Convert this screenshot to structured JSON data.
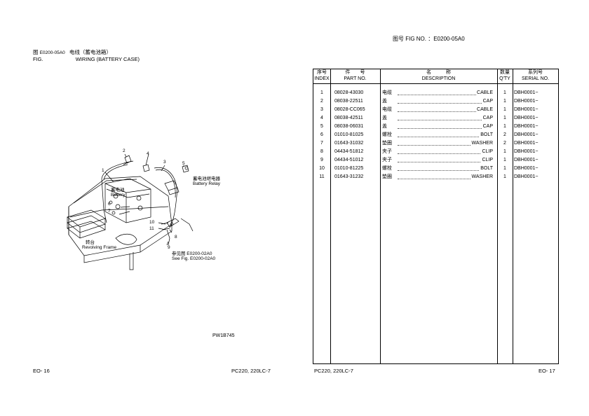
{
  "right_header": {
    "label": "图号 FIG NO. ：E0200-05A0"
  },
  "fig_title": {
    "cn_prefix": "图",
    "code": "E0200-05A0",
    "cn_title": "电线（蓄电池箱）",
    "fig_label": "FIG.",
    "en_title": "WIRING (BATTERY CASE)"
  },
  "diagram": {
    "callouts": [
      "1",
      "2",
      "3",
      "4",
      "5",
      "6",
      "7",
      "8",
      "9",
      "10",
      "11"
    ],
    "labels": {
      "battery_cn": "蓄电池",
      "battery_en": "Battery",
      "relay_cn": "蓄电池继电器",
      "relay_en": "Battery Relay",
      "frame_cn": "转台",
      "frame_en": "Revolving Frame",
      "ref_cn": "参见图 E0200-02A0",
      "ref_en": "See Fig. E0200-02A0"
    },
    "drawing_no": "PW1B745"
  },
  "table": {
    "headers": {
      "index_cn": "序号",
      "index_en": "INDEX",
      "part_cn": "件　　号",
      "part_en": "PART NO.",
      "desc_cn": "名　　　称",
      "desc_en": "DESCRIPTION",
      "qty_cn": "数量",
      "qty_en": "Q'TY",
      "serial_cn": "系列号",
      "serial_en": "SERIAL NO."
    },
    "rows": [
      {
        "index": "1",
        "part": "08028-43030",
        "cn": "电缆",
        "en": "CABLE",
        "qty": "1",
        "serial": "DBH0001~"
      },
      {
        "index": "2",
        "part": "08038-22511",
        "cn": "盖",
        "en": "CAP",
        "qty": "1",
        "serial": "DBH0001~"
      },
      {
        "index": "3",
        "part": "08028-CC065",
        "cn": "电缆",
        "en": "CABLE",
        "qty": "1",
        "serial": "DBH0001~"
      },
      {
        "index": "4",
        "part": "08038-42511",
        "cn": "盖",
        "en": "CAP",
        "qty": "1",
        "serial": "DBH0001~"
      },
      {
        "index": "5",
        "part": "08038-06031",
        "cn": "盖",
        "en": "CAP",
        "qty": "1",
        "serial": "DBH0001~"
      },
      {
        "index": "6",
        "part": "01010-81025",
        "cn": "螺栓",
        "en": "BOLT",
        "qty": "2",
        "serial": "DBH0001~"
      },
      {
        "index": "7",
        "part": "01643-31032",
        "cn": "垫圈",
        "en": "WASHER",
        "qty": "2",
        "serial": "DBH0001~"
      },
      {
        "index": "8",
        "part": "04434-51812",
        "cn": "夹子",
        "en": "CLIP",
        "qty": "1",
        "serial": "DBH0001~"
      },
      {
        "index": "9",
        "part": "04434-51012",
        "cn": "夹子",
        "en": "CLIP",
        "qty": "1",
        "serial": "DBH0001~"
      },
      {
        "index": "10",
        "part": "01010-81225",
        "cn": "螺栓",
        "en": "BOLT",
        "qty": "1",
        "serial": "DBH0001~"
      },
      {
        "index": "11",
        "part": "01643-31232",
        "cn": "垫圈",
        "en": "WASHER",
        "qty": "1",
        "serial": "DBH0001~"
      }
    ]
  },
  "footers": {
    "left_page": "EO- 16",
    "left_model": "PC220, 220LC-7",
    "right_model": "PC220, 220LC-7",
    "right_page": "EO- 17"
  }
}
